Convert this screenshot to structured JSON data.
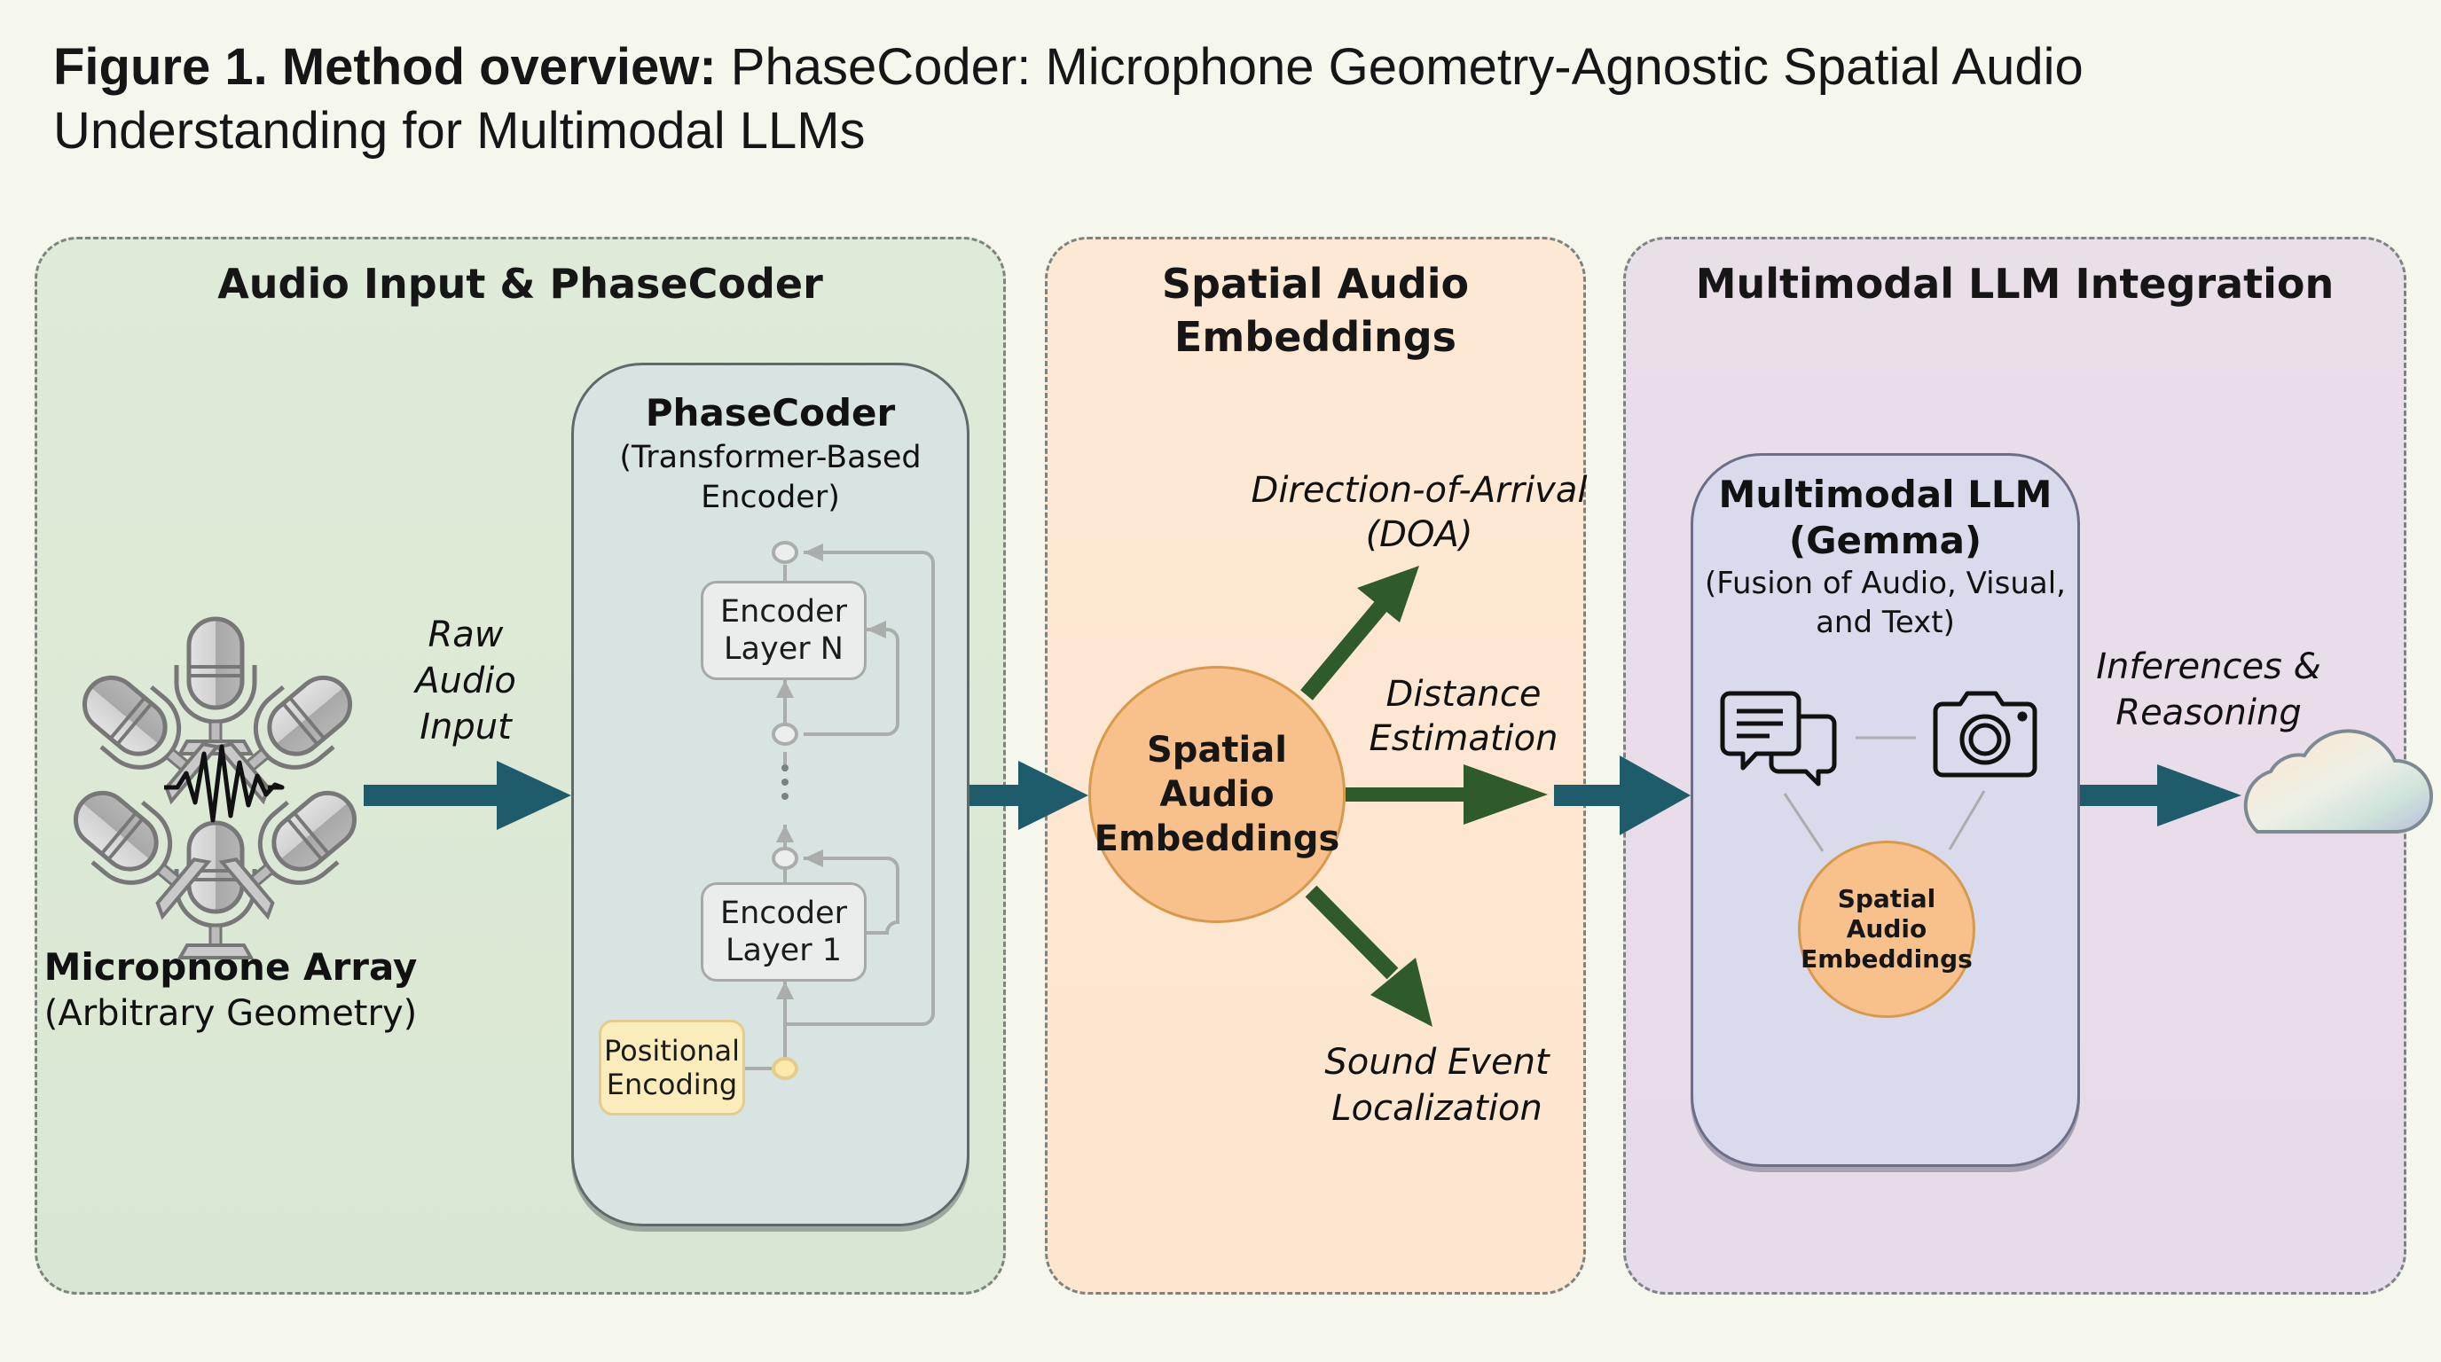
{
  "title": {
    "prefix": "Figure 1. Method overview:",
    "text": " PhaseCoder: Microphone Geometry-Agnostic Spatial Audio Understanding for Multimodal LLMs"
  },
  "panels": [
    {
      "title": "Audio Input & PhaseCoder",
      "microphone_array": {
        "label": "Microphone Array",
        "sublabel": "(Arbitrary Geometry)",
        "microphone_count": 6
      },
      "input_arrow_label": [
        "Raw",
        "Audio",
        "Input"
      ],
      "phasecoder": {
        "title": "PhaseCoder",
        "subtitle_lines": [
          "(Transformer-Based",
          "Encoder)"
        ],
        "layers": [
          {
            "lines": [
              "Encoder",
              "Layer N"
            ]
          },
          {
            "lines": [
              "Encoder",
              "Layer 1"
            ]
          }
        ],
        "positional_encoding": [
          "Positional",
          "Encoding"
        ]
      }
    },
    {
      "title_lines": [
        "Spatial Audio",
        "Embeddings"
      ],
      "center_node": [
        "Spatial",
        "Audio",
        "Embeddings"
      ],
      "outputs": [
        {
          "lines": [
            "Direction-of-Arrival",
            "(DOA)"
          ]
        },
        {
          "lines": [
            "Distance",
            "Estimation"
          ]
        },
        {
          "lines": [
            "Sound Event",
            "Localization"
          ]
        }
      ]
    },
    {
      "title": "Multimodal LLM Integration",
      "llm": {
        "title_lines": [
          "Multimodal LLM",
          "(Gemma)"
        ],
        "subtitle_lines": [
          "(Fusion of Audio, Visual,",
          "and Text)"
        ],
        "icons": [
          "chat-bubbles-icon",
          "camera-icon"
        ],
        "embedding_node": [
          "Spatial",
          "Audio",
          "Embeddings"
        ]
      },
      "output_label": [
        "Inferences &",
        "Reasoning"
      ],
      "output_icon": "cloud-icon"
    }
  ],
  "colors": {
    "background": "#f5f7ec",
    "panel_audio": "#dbe9d5",
    "panel_embeddings": "#fde7d2",
    "panel_llm": "#e8dde9",
    "flow_arrow": "#1f5c6b",
    "task_arrow": "#2f5a2a",
    "embedding_node": "#f8c08a",
    "positional_encoding": "#fbecbc"
  }
}
